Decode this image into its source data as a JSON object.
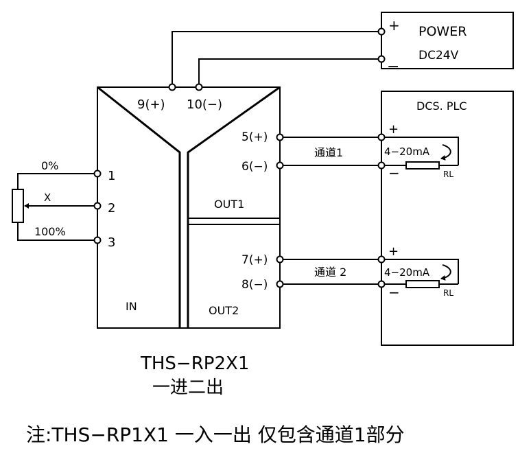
{
  "power": {
    "plus": "+",
    "minus": "−",
    "title": "POWER",
    "voltage": "DC24V"
  },
  "module": {
    "pin9": "9(+)",
    "pin10": "10(−)",
    "in_label": "IN",
    "out1_label": "OUT1",
    "out2_label": "OUT2",
    "pin1": "1",
    "pin2": "2",
    "pin3": "3",
    "pin5": "5(+)",
    "pin6": "6(−)",
    "pin7": "7(+)",
    "pin8": "8(−)"
  },
  "potentiometer": {
    "low": "0%",
    "wiper": "X",
    "high": "100%"
  },
  "channels": {
    "ch1": "通道1",
    "ch2": "通道 2"
  },
  "dcs": {
    "title": "DCS. PLC",
    "ch1_plus": "+",
    "ch1_minus": "−",
    "ch1_signal": "4−20mA",
    "ch1_load": "RL",
    "ch2_plus": "+",
    "ch2_minus": "−",
    "ch2_signal": "4−20mA",
    "ch2_load": "RL"
  },
  "model": {
    "name": "THS−RP2X1",
    "desc": "一进二出"
  },
  "note": "注:THS−RP1X1 一入一出 仅包含通道1部分"
}
